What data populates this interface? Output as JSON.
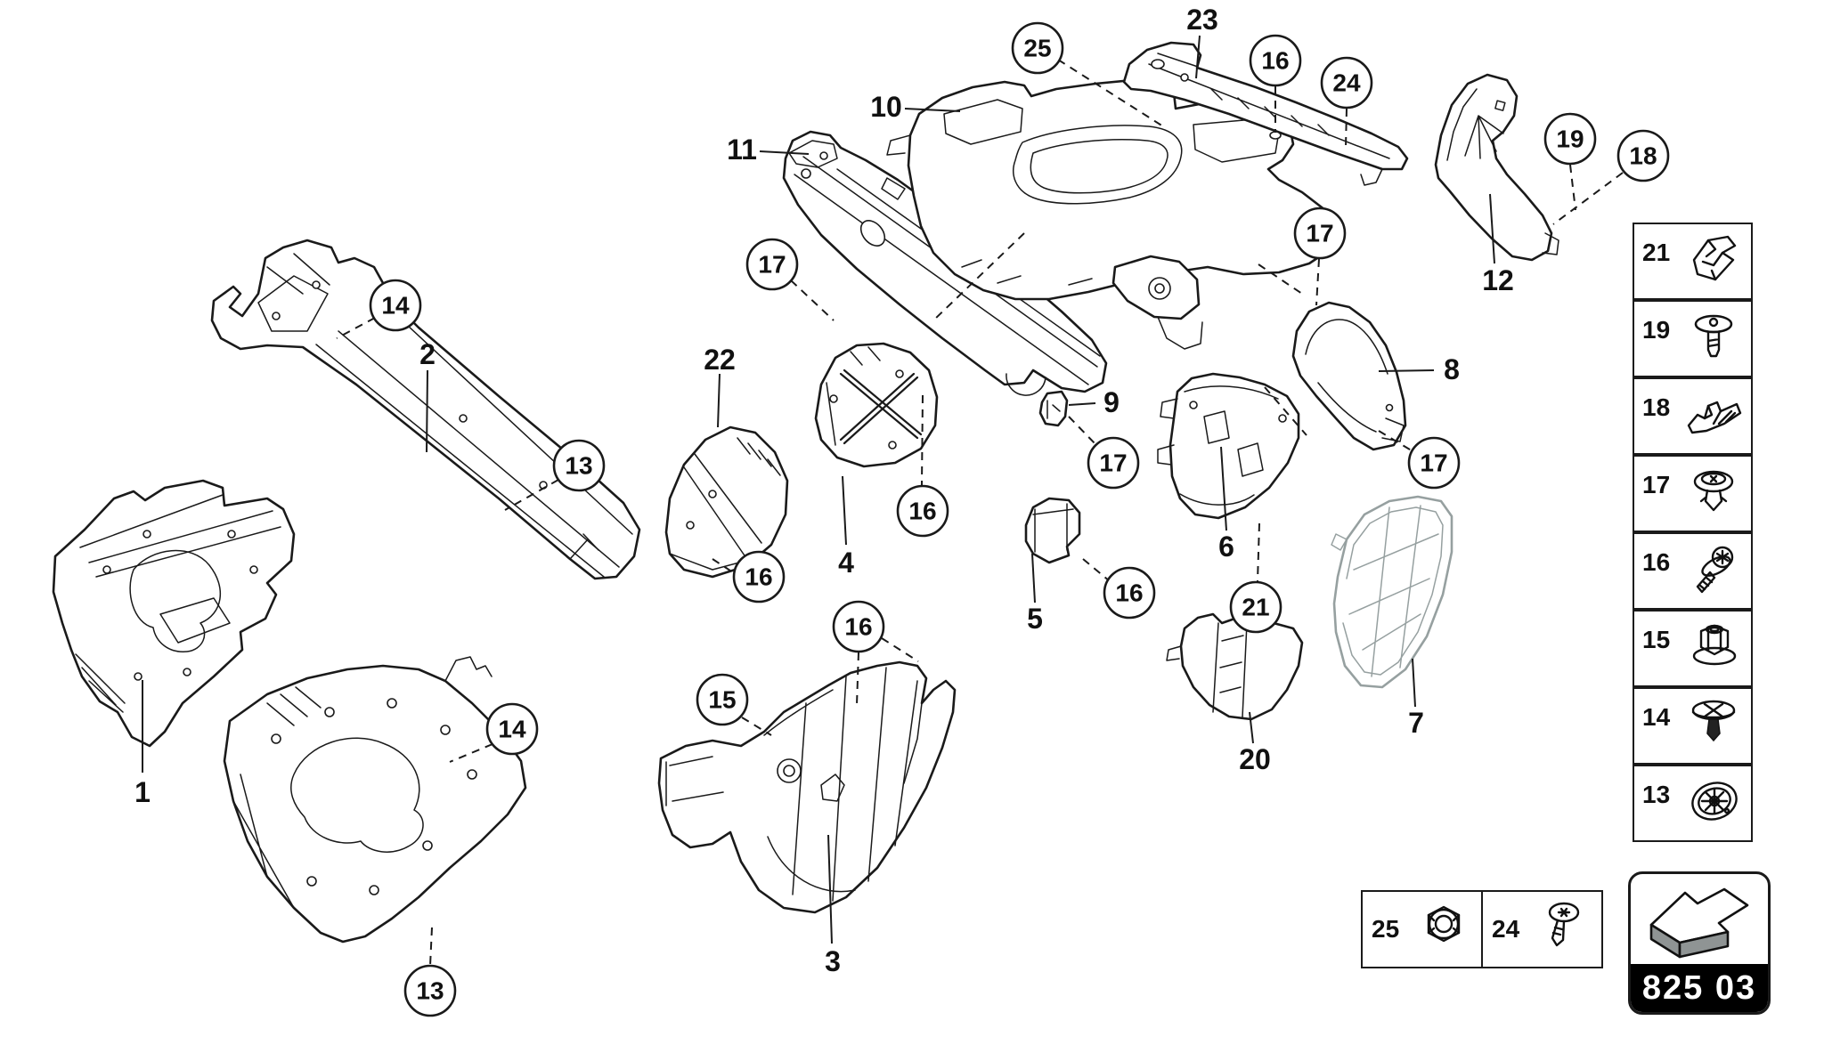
{
  "page_code": "825 03",
  "colors": {
    "line": "#1a1a1a",
    "muted_part": "#96a0a0",
    "badge_bg": "#000000",
    "badge_text": "#ffffff",
    "paper": "#ffffff",
    "arrow_side": "#8f9494"
  },
  "diagram": {
    "circle_callouts": [
      {
        "label": "25"
      },
      {
        "label": "16"
      },
      {
        "label": "24"
      },
      {
        "label": "19"
      },
      {
        "label": "18"
      },
      {
        "label": "17"
      },
      {
        "label": "17"
      },
      {
        "label": "14"
      },
      {
        "label": "13"
      },
      {
        "label": "16"
      },
      {
        "label": "16"
      },
      {
        "label": "17"
      },
      {
        "label": "17"
      },
      {
        "label": "16"
      },
      {
        "label": "21"
      },
      {
        "label": "15"
      },
      {
        "label": "16"
      },
      {
        "label": "14"
      },
      {
        "label": "13"
      }
    ],
    "text_labels": [
      {
        "label": "23"
      },
      {
        "label": "10"
      },
      {
        "label": "11"
      },
      {
        "label": "12"
      },
      {
        "label": "2"
      },
      {
        "label": "22"
      },
      {
        "label": "4"
      },
      {
        "label": "9"
      },
      {
        "label": "8"
      },
      {
        "label": "5"
      },
      {
        "label": "6"
      },
      {
        "label": "3"
      },
      {
        "label": "1"
      },
      {
        "label": "20"
      },
      {
        "label": "7"
      }
    ]
  },
  "sidebar": {
    "items": [
      {
        "number": "21",
        "icon": "spring-clip-icon"
      },
      {
        "number": "19",
        "icon": "push-rivet-icon"
      },
      {
        "number": "18",
        "icon": "channel-clip-icon"
      },
      {
        "number": "17",
        "icon": "dome-rivet-icon"
      },
      {
        "number": "16",
        "icon": "flange-screw-icon"
      },
      {
        "number": "15",
        "icon": "flange-nut-icon"
      },
      {
        "number": "14",
        "icon": "wide-rivet-icon"
      },
      {
        "number": "13",
        "icon": "spoked-disc-icon"
      }
    ]
  },
  "legend": {
    "items": [
      {
        "number": "25",
        "icon": "flange-nut-front-icon"
      },
      {
        "number": "24",
        "icon": "torx-screw-icon"
      }
    ]
  }
}
